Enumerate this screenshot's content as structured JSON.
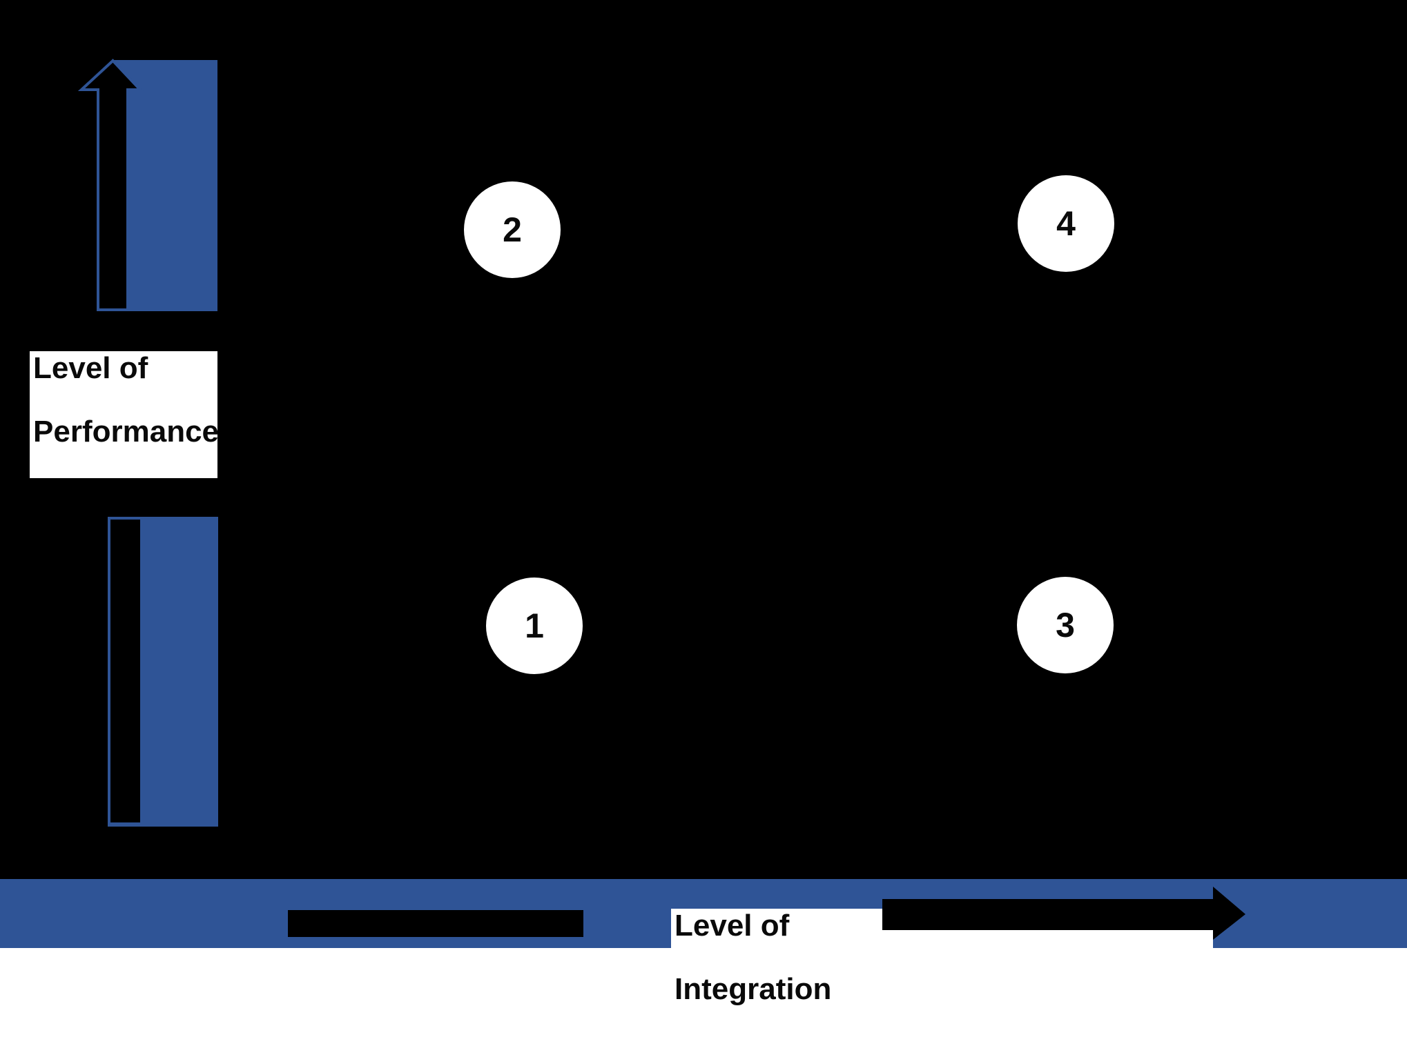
{
  "colors": {
    "accent_blue": "#2F5496",
    "plot_black": "#000000",
    "surface_white": "#FFFFFF",
    "text_black": "#0A0A0A"
  },
  "diagram": {
    "type": "quadrant-matrix",
    "plot_background": "black",
    "y_axis": {
      "label_line1": "Level of",
      "label_line2": "Performance",
      "high_end_marker": "up-arrow with blue column at top",
      "low_end_marker": "plain outlined bar with blue column at bottom"
    },
    "x_axis": {
      "label_line1": "Level of",
      "label_line2": "Integration",
      "high_end_marker": "right-arrow on blue band (right side)",
      "low_end_marker": "plain black bar on blue band (left side)"
    },
    "quadrants": [
      {
        "number": "1",
        "position": "bottom-left",
        "x_level": "low",
        "y_level": "low"
      },
      {
        "number": "2",
        "position": "top-left",
        "x_level": "low",
        "y_level": "high"
      },
      {
        "number": "3",
        "position": "bottom-right",
        "x_level": "high",
        "y_level": "low"
      },
      {
        "number": "4",
        "position": "top-right",
        "x_level": "high",
        "y_level": "high"
      }
    ]
  }
}
